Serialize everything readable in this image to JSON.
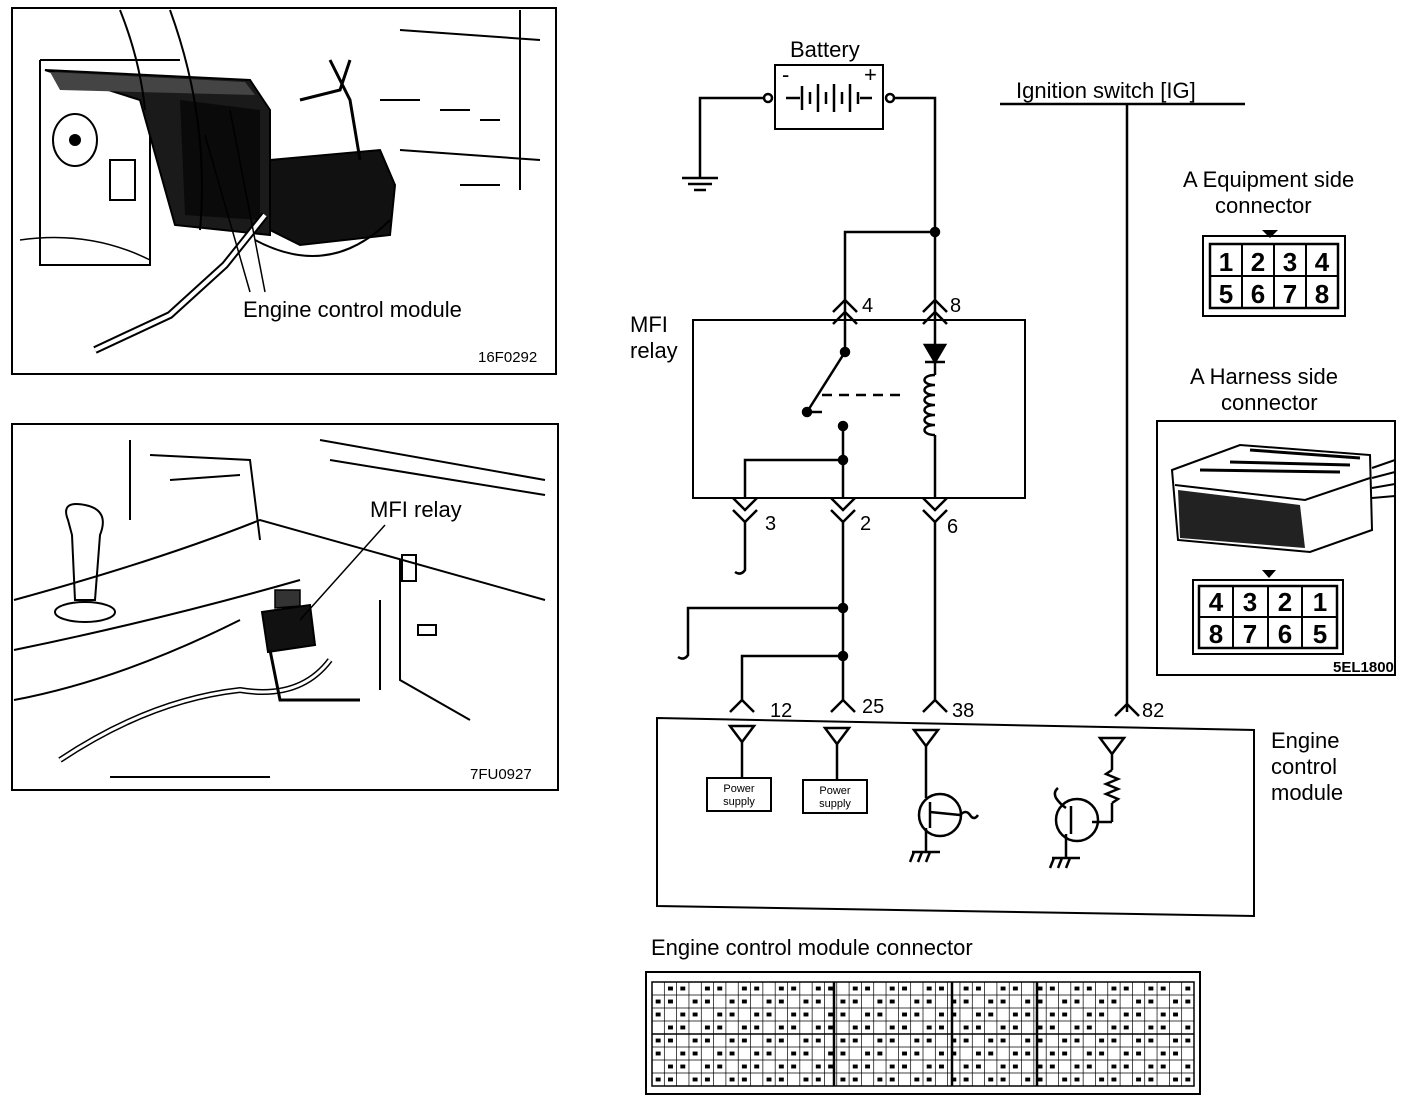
{
  "photo_top": {
    "label": "Engine control module",
    "code": "16F0292"
  },
  "photo_bottom": {
    "label": "MFI relay",
    "code": "7FU0927"
  },
  "battery": {
    "label": "Battery",
    "minus": "-",
    "plus": "+"
  },
  "ignition": {
    "label": "Ignition switch [IG]"
  },
  "relay": {
    "label_line1": "MFI",
    "label_line2": "relay",
    "pins": [
      "4",
      "8",
      "3",
      "2",
      "6"
    ]
  },
  "ecm": {
    "label_line1": "Engine",
    "label_line2": "control",
    "label_line3": "module",
    "pins": [
      "12",
      "25",
      "38",
      "82"
    ],
    "power_supply_line1": "Power",
    "power_supply_line2": "supply"
  },
  "equipment_connector": {
    "title_line1": "A  Equipment side",
    "title_line2": "connector",
    "cells": [
      "1",
      "2",
      "3",
      "4",
      "5",
      "6",
      "7",
      "8"
    ]
  },
  "harness_connector": {
    "title_line1": "A  Harness side",
    "title_line2": "connector",
    "cells": [
      "4",
      "3",
      "2",
      "1",
      "8",
      "7",
      "6",
      "5"
    ],
    "code": "5EL1800"
  },
  "ecm_connector": {
    "title": "Engine control module connector"
  }
}
